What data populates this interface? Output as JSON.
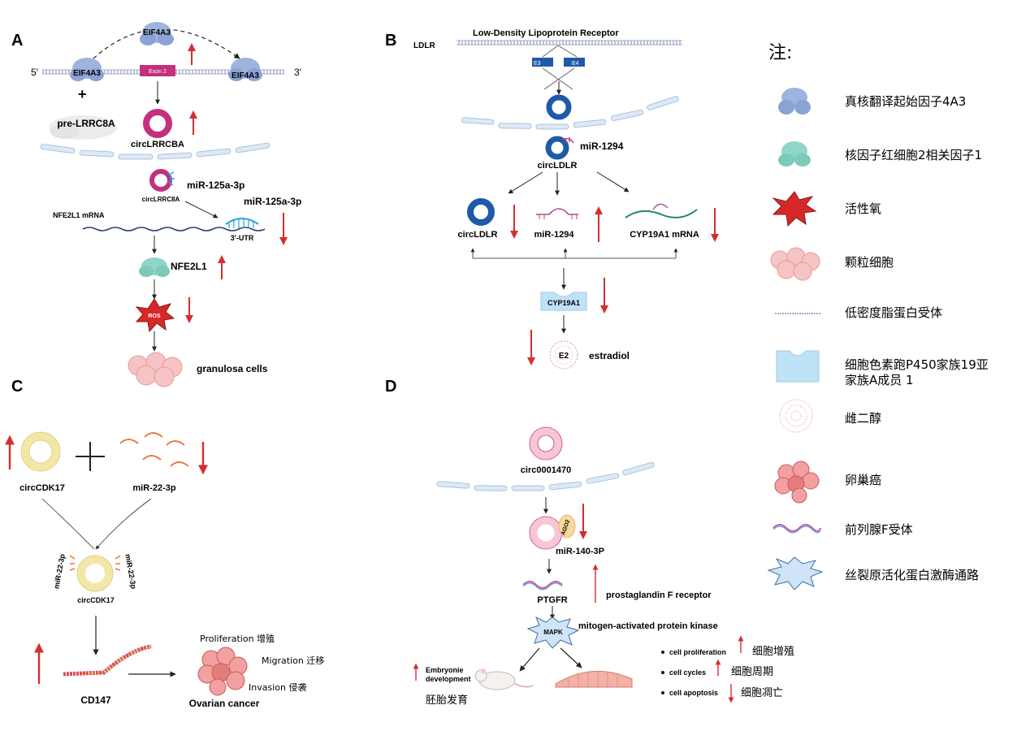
{
  "panel_a": {
    "letter": "A",
    "eif4a3": "EIF4A3",
    "five_prime": "5′",
    "three_prime": "3′",
    "exon2": "Exon 2",
    "plus": "+",
    "pre_lrrc8a": "pre-LRRC8A",
    "circ_lrrc8a": "circLRRCBA",
    "circ_lrrc8a_small": "circLRRC8A",
    "mir125_a": "miR-125a-3p",
    "mir125_b": "miR-125a-3p",
    "nfe2l1_mrna": "NFE2L1 mRNA",
    "utr": "3′-UTR",
    "nfe2l1": "NFE2L1",
    "ros": "ROS",
    "granulosa": "granulosa cells"
  },
  "panel_b": {
    "letter": "B",
    "ldlr_title": "Low-Density Lipoprotein Receptor",
    "ldlr": "LDLR",
    "e3": "E3",
    "e4": "E4",
    "mir1294_bound": "miR-1294",
    "circ_ldlr_center": "circLDLR",
    "circ_ldlr": "circLDLR",
    "mir1294": "miR-1294",
    "cyp_mrna": "CYP19A1 mRNA",
    "cyp19a1": "CYP19A1",
    "e2": "E2",
    "estradiol": "estradiol"
  },
  "panel_c": {
    "letter": "C",
    "circcdk17": "circCDK17",
    "mir22": "miR-22-3p",
    "mir22_left": "miR-22-3p",
    "mir22_right": "miR-22-3p",
    "circcdk17_bound": "circCDK17",
    "cd147": "CD147",
    "proliferation": "Proliferation  增殖",
    "migration": "Migration  迁移",
    "invasion": "Invasion  侵袭",
    "ovarian": "Ovarian cancer"
  },
  "panel_d": {
    "letter": "D",
    "circ0001470": "circ0001470",
    "ago2": "AGO2",
    "mir140": "miR-140-3P",
    "ptgfr": "PTGFR",
    "ptgfr_full": "prostaglandin F receptor",
    "mapk": "MAPK",
    "mapk_full": "mitogen-activated protein kinase",
    "embryo_en": "Embryonie development",
    "embryo_cn": "胚胎发育",
    "cell_proliferation": "cell proliferation",
    "cell_proliferation_cn": "细胞增殖",
    "cell_cycles": "cell cycles",
    "cell_cycles_cn": "细胞周期",
    "cell_apoptosis": "cell apoptosis",
    "cell_apoptosis_cn": "细胞凋亡"
  },
  "legend": {
    "title": "注:",
    "items": [
      "真核翻译起始因子4A3",
      "核因子红细胞2相关因子1",
      "活性氧",
      "颗粒细胞",
      "低密度脂蛋白受体",
      "细胞色素跑P450家族19亚",
      "家族A成员 1",
      "雌二醇",
      "卵巢癌",
      "前列腺F受体",
      "丝裂原活化蛋白激酶通路"
    ]
  },
  "colors": {
    "up_down_arrow": "#d32f2f",
    "circ_magenta": "#c2307e",
    "ldlr_blue": "#1e5aa8",
    "membrane": "#bcd3ea",
    "cell_pink": "#f2b8b8",
    "mrna_orange": "#e8793a"
  }
}
